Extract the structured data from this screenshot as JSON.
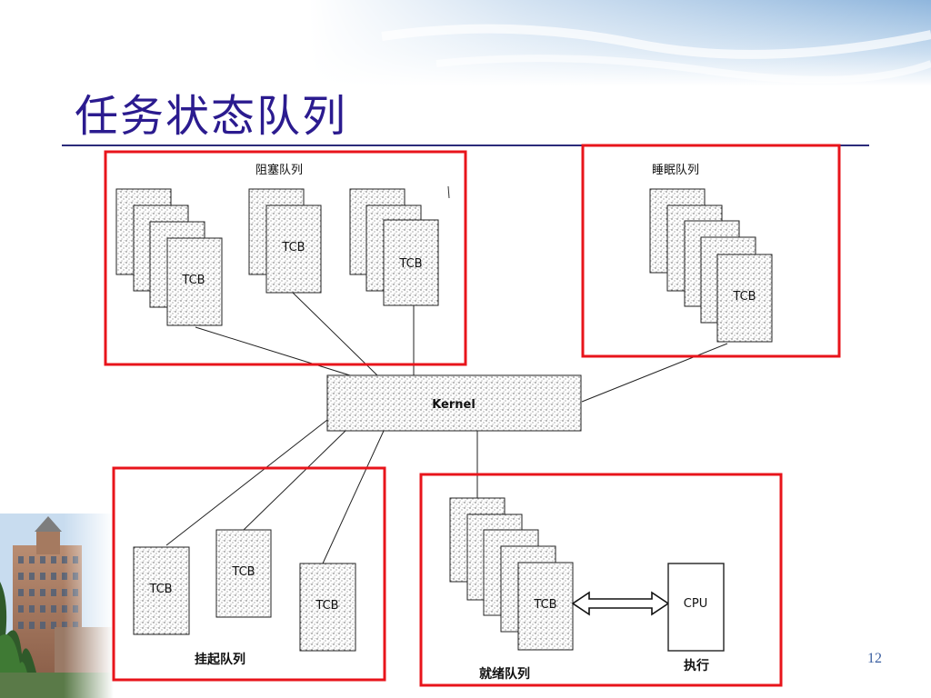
{
  "slide": {
    "title": "任务状态队列",
    "page_number": "12"
  },
  "diagram": {
    "kernel_label": "Kernel",
    "tcb_label": "TCB",
    "cpu_label": "CPU",
    "queues": {
      "blocked": "阻塞队列",
      "sleep": "睡眠队列",
      "suspended": "挂起队列",
      "ready": "就绪队列"
    },
    "execute_label": "执行",
    "highlight_color": "#e8141b",
    "title_color": "#2b1b8f"
  }
}
